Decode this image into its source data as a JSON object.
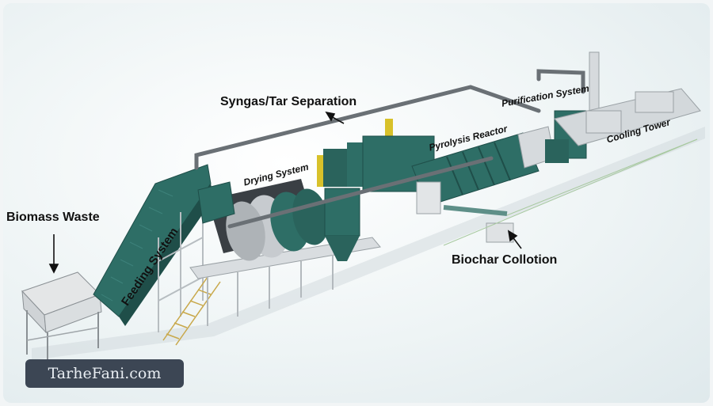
{
  "labels": {
    "biomass_waste": "Biomass Waste",
    "syngas_tar_separation": "Syngas/Tar Separation",
    "drying_system": "Drying System",
    "feeding_system": "Feeding System",
    "pyrolysis_reactor": "Pyrolysis Reactor",
    "purification_system": "Purification System",
    "cooling_tower": "Cooling Tower",
    "biochar_collection": "Biochar Collotion"
  },
  "watermark": "TarheFani.com",
  "colors": {
    "equipment": "#2e6e66",
    "equipment_dark": "#1f4e49",
    "steel": "#c9ced2",
    "pipe": "#6a7075",
    "accent_yellow": "#d8c12a"
  }
}
